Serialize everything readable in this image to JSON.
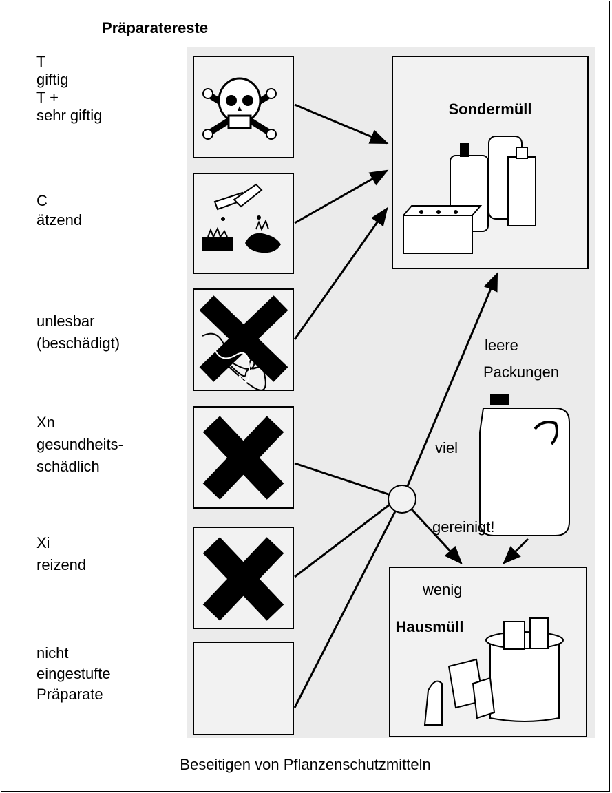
{
  "title": "Präparatereste",
  "caption": "Beseitigen von Pflanzenschutzmitteln",
  "categories": [
    {
      "lines": [
        "T",
        "giftig",
        "T +",
        "sehr giftig"
      ]
    },
    {
      "lines": [
        "C",
        "ätzend"
      ]
    },
    {
      "lines": [
        "unlesbar",
        "(beschädigt)"
      ]
    },
    {
      "lines": [
        "Xn",
        "gesundheits-",
        "schädlich"
      ]
    },
    {
      "lines": [
        "Xi",
        "reizend"
      ]
    },
    {
      "lines": [
        "nicht",
        "eingestufte",
        "Präparate"
      ]
    }
  ],
  "destinations": {
    "special": "Sondermüll",
    "household": "Hausmüll"
  },
  "flow_labels": {
    "much": "viel",
    "little": "wenig",
    "empty_packs_line1": "leere",
    "empty_packs_line2": "Packungen",
    "cleaned": "gereinigt!"
  },
  "colors": {
    "background": "#ebebeb",
    "ink": "#000000",
    "box": "#f2f2f2"
  }
}
